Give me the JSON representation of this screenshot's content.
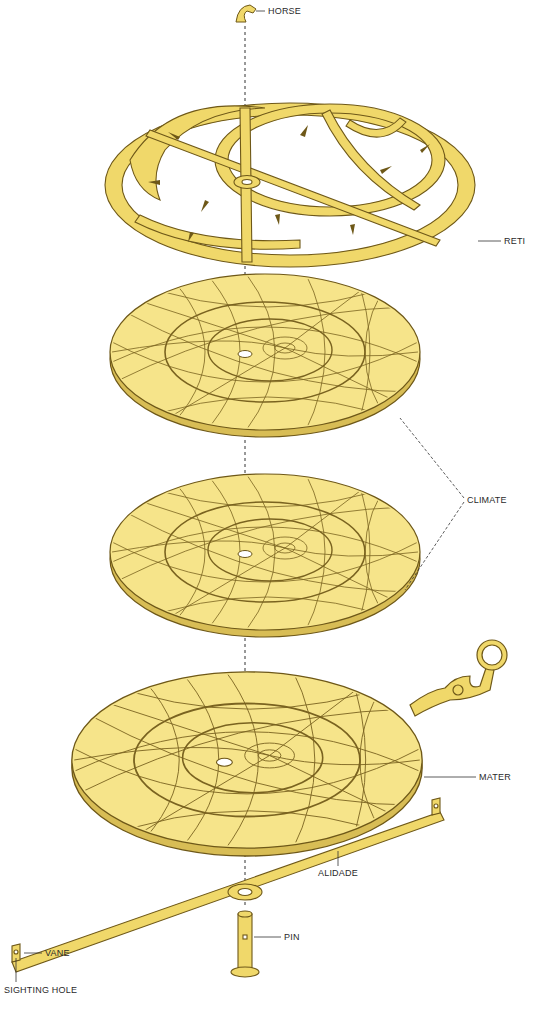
{
  "diagram": {
    "labels": [
      "HORSE",
      "RETI",
      "CLIMATE",
      "MATER",
      "ALIDADE",
      "VANE",
      "PIN",
      "SIGHTING HOLE"
    ]
  }
}
